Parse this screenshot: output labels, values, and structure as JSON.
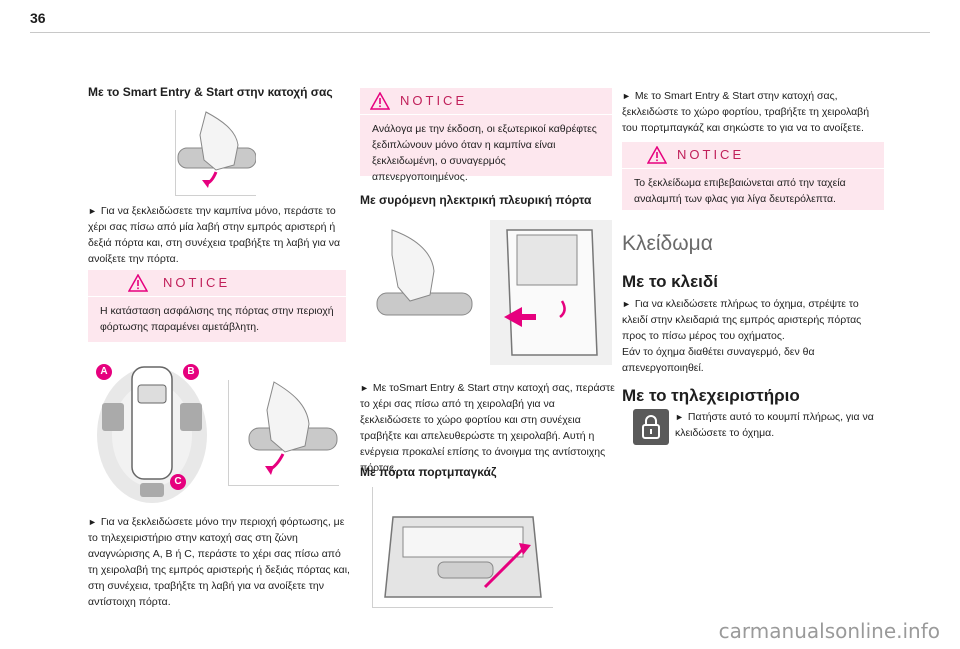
{
  "page_number": "36",
  "left": {
    "heading": "Με το Smart Entry & Start στην κατοχή σας",
    "para1": "Για να ξεκλειδώσετε την καμπίνα μόνο, περάστε το χέρι σας πίσω από μία λαβή στην εμπρός αριστερή ή δεξιά πόρτα και, στη συνέχεια τραβήξτε τη λαβή για να ανοίξετε την πόρτα.",
    "notice_label": "NOTICE",
    "notice_text": "Η κατάσταση ασφάλισης της πόρτας στην περιοχή φόρτωσης παραμένει αμετάβλητη.",
    "zone_labels": [
      "A",
      "B",
      "C"
    ],
    "para2": "Για να ξεκλειδώσετε μόνο την περιοχή φόρτωσης, με το τηλεχειριστήριο στην κατοχή σας στη ζώνη αναγνώρισης A, B ή C, περάστε το χέρι σας πίσω από τη χειρολαβή της εμπρός αριστερής ή δεξιάς πόρτας και, στη συνέχεια, τραβήξτε τη λαβή για να ανοίξετε την αντίστοιχη πόρτα."
  },
  "middle": {
    "notice_label": "NOTICE",
    "notice_text": "Ανάλογα με την έκδοση, οι εξωτερικοί καθρέφτες ξεδιπλώνουν μόνο όταν η καμπίνα είναι ξεκλειδωμένη, ο συναγερμός απενεργοποιημένος.",
    "heading1": "Με συρόμενη ηλεκτρική πλευρική πόρτα",
    "para1": "Με τοSmart Entry & Start στην κατοχή σας, περάστε το χέρι σας πίσω από τη χειρολαβή για να ξεκλειδώσετε το χώρο φορτίου και στη συνέχεια τραβήξτε και απελευθερώστε τη χειρολαβή. Αυτή η ενέργεια προκαλεί επίσης το άνοιγμα της αντίστοιχης πόρτας.",
    "heading2": "Με πόρτα πορτμπαγκάζ"
  },
  "right": {
    "para1": "Με το Smart Entry & Start στην κατοχή σας, ξεκλειδώστε το χώρο φορτίου, τραβήξτε τη χειρολαβή του πορτμπαγκάζ και σηκώστε το για να το ανοίξετε.",
    "notice_label": "NOTICE",
    "notice_text": "Το ξεκλείδωμα επιβεβαιώνεται από την ταχεία αναλαμπή των φλας για λίγα δευτερόλεπτα.",
    "section_title": "Κλείδωμα",
    "sub1": "Με το κλειδί",
    "para2": "Για να κλειδώσετε πλήρως το όχημα, στρέψτε το κλειδί στην κλειδαριά της εμπρός αριστερής πόρτας προς το πίσω μέρος του οχήματος.",
    "para3": "Εάν το όχημα διαθέτει συναγερμό, δεν θα απενεργοποιηθεί.",
    "sub2": "Με το τηλεχειριστήριο",
    "para4": "Πατήστε αυτό το κουμπί πλήρως, για να κλειδώσετε το όχημα."
  },
  "watermark": "carmanualsonline.info",
  "colors": {
    "accent": "#e6007e",
    "notice_bg": "#fde7ee",
    "arrow_red": "#e8205c"
  }
}
